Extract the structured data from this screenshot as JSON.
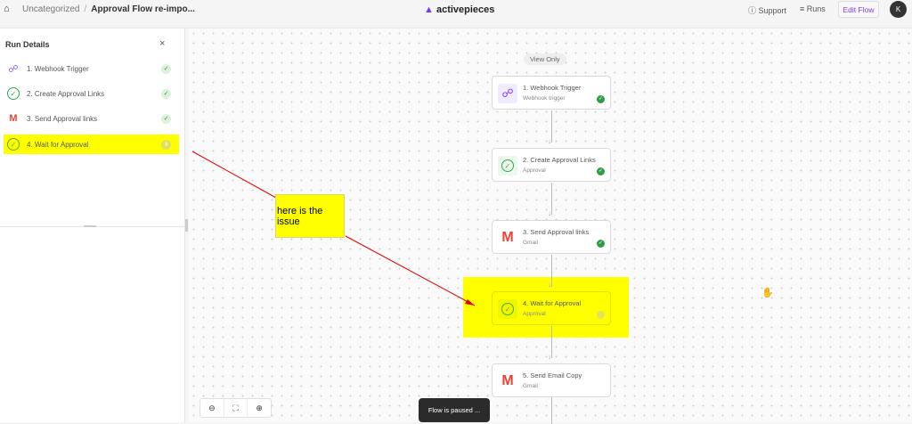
{
  "header": {
    "home_icon": "home-icon",
    "breadcrumb_parent": "Uncategorized",
    "separator": "/",
    "flow_name": "Approval Flow re-impo...",
    "logo": "activepieces",
    "support": "Support",
    "runs": "Runs",
    "edit_flow": "Edit Flow",
    "avatar": "K",
    "accent": "#7c3aed"
  },
  "run_details": {
    "title": "Run Details",
    "items": [
      {
        "label": "1. Webhook Trigger",
        "icon": "webhook-icon",
        "status": "success"
      },
      {
        "label": "2. Create Approval Links",
        "icon": "approval-icon",
        "status": "success"
      },
      {
        "label": "3. Send Approval links",
        "icon": "gmail-icon",
        "status": "success"
      },
      {
        "label": "4. Wait for Approval",
        "icon": "approval-icon",
        "status": "paused"
      }
    ]
  },
  "canvas": {
    "view_only": "View Only",
    "steps": [
      {
        "title": "1. Webhook Trigger",
        "subtitle": "Webhook trigger",
        "status": "success"
      },
      {
        "title": "2. Create Approval Links",
        "subtitle": "Approval",
        "status": "success"
      },
      {
        "title": "3. Send Approval links",
        "subtitle": "Gmail",
        "status": "success"
      },
      {
        "title": "4. Wait for Approval",
        "subtitle": "Approval",
        "status": "paused"
      },
      {
        "title": "5. Send Email Copy",
        "subtitle": "Gmail"
      }
    ],
    "toast": "Flow is paused ...",
    "highlight_color": "#ffff00"
  },
  "annotation": {
    "text": "here is the issue",
    "arrow_color": "#e00000"
  }
}
